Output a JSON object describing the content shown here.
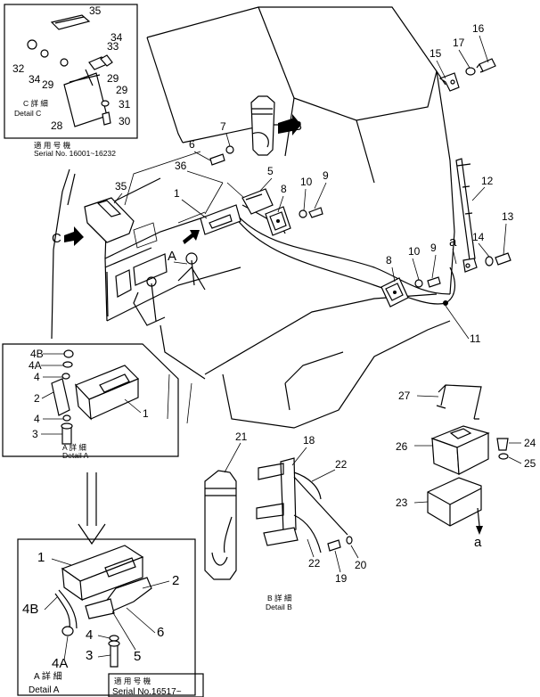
{
  "detail_c": {
    "labels": [
      "35",
      "34",
      "33",
      "32",
      "34",
      "29",
      "29",
      "29",
      "31",
      "30",
      "28"
    ],
    "caption_jp": "C 詳 細",
    "caption_en": "Detail C",
    "serial_jp": "適 用 号 機",
    "serial": "Serial No. 16001~16232"
  },
  "main": {
    "labels": [
      "16",
      "17",
      "15",
      "7",
      "6",
      "5",
      "36",
      "1",
      "8",
      "10",
      "9",
      "35",
      "12",
      "13",
      "14",
      "10",
      "9",
      "8",
      "11",
      "A",
      "B",
      "C",
      "a"
    ]
  },
  "detail_a_top": {
    "labels": [
      "4B",
      "4A",
      "4",
      "2",
      "1",
      "4",
      "3"
    ],
    "caption_jp": "A 詳 細",
    "caption_en": "Detail A"
  },
  "detail_a_bottom": {
    "labels": [
      "1",
      "2",
      "4B",
      "6",
      "4",
      "4A",
      "3",
      "5"
    ],
    "caption_jp": "A 詳 細",
    "caption_en": "Detail A",
    "serial_jp": "適 用 号 機",
    "serial": "Serial No.16517~"
  },
  "detail_b": {
    "labels": [
      "21",
      "18",
      "22",
      "22",
      "19",
      "20"
    ],
    "caption_jp": "B 詳 細",
    "caption_en": "Detail B"
  },
  "box_group": {
    "labels": [
      "27",
      "26",
      "24",
      "25",
      "23",
      "a"
    ]
  }
}
